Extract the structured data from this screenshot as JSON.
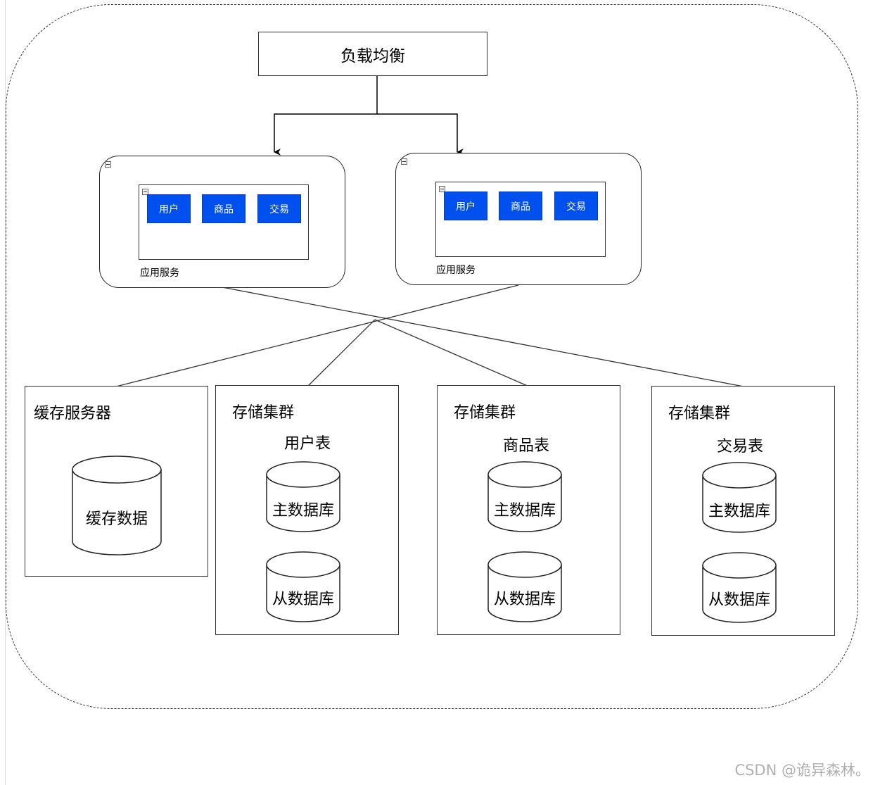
{
  "load_balancer": {
    "label": "负载均衡"
  },
  "app_servers": [
    {
      "label": "应用服务",
      "modules": [
        "用户",
        "商品",
        "交易"
      ]
    },
    {
      "label": "应用服务",
      "modules": [
        "用户",
        "商品",
        "交易"
      ]
    }
  ],
  "cache_server": {
    "title": "缓存服务器",
    "db_label": "缓存数据"
  },
  "storage_clusters": [
    {
      "title": "存储集群",
      "table": "用户表",
      "master": "主数据库",
      "slave": "从数据库"
    },
    {
      "title": "存储集群",
      "table": "商品表",
      "master": "主数据库",
      "slave": "从数据库"
    },
    {
      "title": "存储集群",
      "table": "交易表",
      "master": "主数据库",
      "slave": "从数据库"
    }
  ],
  "colors": {
    "module_fill": "#0050ef",
    "stroke": "#333333"
  },
  "watermark": "CSDN @诡异森林。"
}
